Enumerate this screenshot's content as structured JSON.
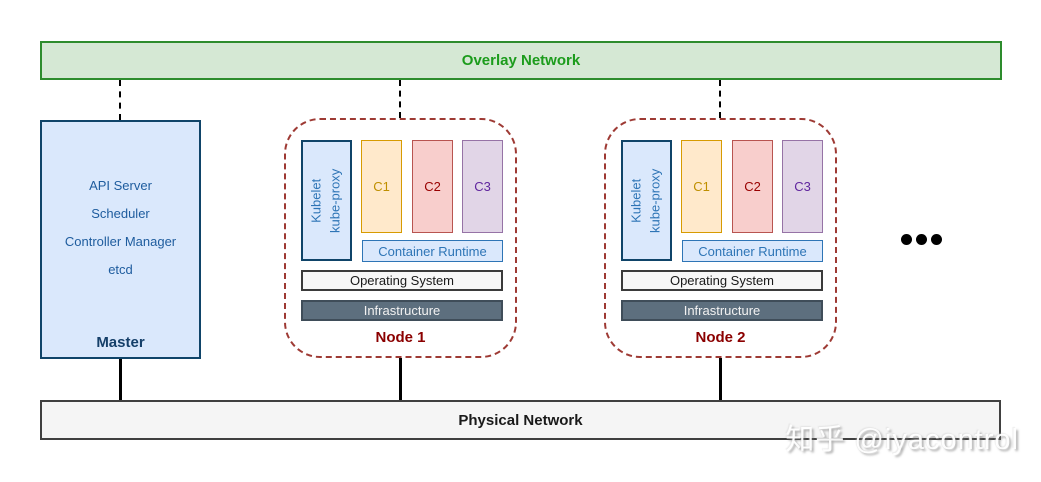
{
  "overlay_network": {
    "label": "Overlay Network"
  },
  "physical_network": {
    "label": "Physical Network"
  },
  "master": {
    "title": "Master",
    "items": [
      "API Server",
      "Scheduler",
      "Controller Manager",
      "etcd"
    ]
  },
  "nodes": [
    {
      "label": "Node 1"
    },
    {
      "label": "Node 2"
    }
  ],
  "node_components": {
    "kubelet_line1": "Kubelet",
    "kubelet_line2": "kube-proxy",
    "containers": [
      "C1",
      "C2",
      "C3"
    ],
    "container_runtime": "Container Runtime",
    "operating_system": "Operating System",
    "infrastructure": "Infrastructure"
  },
  "watermark": "知乎 @iyacontrol",
  "colors": {
    "overlay_fill": "#d5e8d4",
    "overlay_border": "#2d8c2d",
    "overlay_text": "#1c9c1c",
    "master_fill": "#dae8fc",
    "master_border": "#0f4469",
    "master_text": "#1e5c9e",
    "node_border": "#9e3a34",
    "node_label_text": "#8b0000",
    "kubelet_text": "#2e75b6",
    "c1_fill": "#ffe9cb",
    "c1_border": "#d79b00",
    "c1_text": "#bf8f00",
    "c2_fill": "#f8cecc",
    "c2_border": "#b85450",
    "c2_text": "#990000",
    "c3_fill": "#e1d5e7",
    "c3_border": "#9673a6",
    "c3_text": "#60269e",
    "runtime_fill": "#dae8fc",
    "runtime_border": "#2e75b6",
    "os_fill": "#f7f7f7",
    "os_border": "#3b3b3b",
    "infra_fill": "#5d6f7e",
    "infra_text": "#f2f2f2",
    "physical_fill": "#f5f5f5",
    "physical_border": "#404040"
  }
}
